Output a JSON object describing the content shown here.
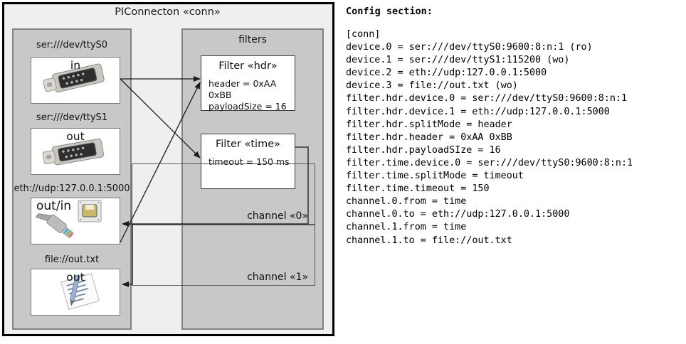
{
  "diagram": {
    "title": "PIConnecton «conn»",
    "devices_panel": {
      "devices": [
        {
          "label": "ser:///dev/ttyS0",
          "io": "in",
          "icon": "serial-connector-icon"
        },
        {
          "label": "ser:///dev/ttyS1",
          "io": "out",
          "icon": "serial-connector-icon"
        },
        {
          "label": "eth://udp:127.0.0.1:5000",
          "io": "out/in",
          "icon": "network-jack-icon"
        },
        {
          "label": "file://out.txt",
          "io": "out",
          "icon": "document-pencil-icon"
        }
      ]
    },
    "filters_panel": {
      "title": "filters",
      "filters": [
        {
          "title": "Filter «hdr»",
          "props": [
            "header = 0xAA 0xBB",
            "payloadSize = 16"
          ]
        },
        {
          "title": "Filter «time»",
          "props": [
            "timeout = 150 ms"
          ]
        }
      ],
      "channels": [
        {
          "label": "channel «0»"
        },
        {
          "label": "channel «1»"
        }
      ]
    }
  },
  "config": {
    "heading": "Config section:",
    "lines": "[conn]\ndevice.0 = ser:///dev/ttyS0:9600:8:n:1 (ro)\ndevice.1 = ser:///dev/ttyS1:115200 (wo)\ndevice.2 = eth://udp:127.0.0.1:5000\ndevice.3 = file://out.txt (wo)\nfilter.hdr.device.0 = ser:///dev/ttyS0:9600:8:n:1\nfilter.hdr.device.1 = eth://udp:127.0.0.1:5000\nfilter.hdr.splitMode = header\nfilter.hdr.header = 0xAA 0xBB\nfilter.hdr.payloadSIze = 16\nfilter.time.device.0 = ser:///dev/ttyS0:9600:8:n:1\nfilter.time.splitMode = timeout\nfilter.time.timeout = 150\nchannel.0.from = time\nchannel.0.to = eth://udp:127.0.0.1:5000\nchannel.1.from = time\nchannel.1.to = file://out.txt"
  },
  "colors": {
    "frame": "#000000",
    "canvas": "#efefef",
    "panel": "#c8c8c8",
    "panel_border": "#838383",
    "card": "#ffffff",
    "line": "#1a1a1a"
  }
}
